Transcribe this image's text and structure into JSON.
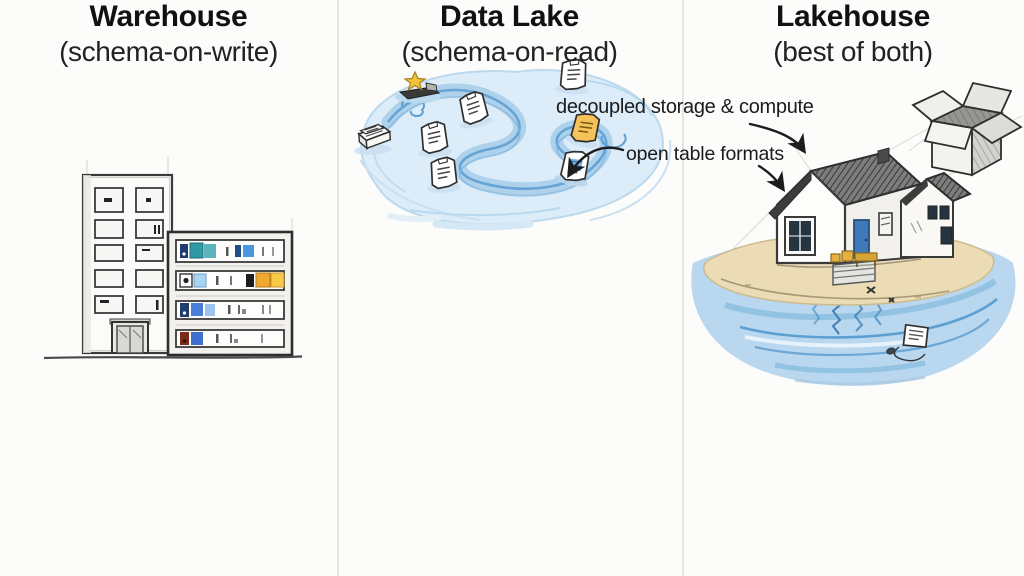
{
  "diagram": {
    "type": "hand-drawn comparison sketch",
    "background": "#fcfcfa",
    "divider_color": "#e4e4e1"
  },
  "annotations": {
    "decoupled_label": "decoupled storage & compute",
    "open_table_label": "open table formats"
  },
  "panels": [
    {
      "id": "warehouse",
      "title": "Warehouse",
      "subtitle": "(schema-on-write)",
      "icon": "office-building-with-server-rack-illustration"
    },
    {
      "id": "data-lake",
      "title": "Data Lake",
      "subtitle": "(schema-on-read)",
      "icon": "lake-with-floating-documents-illustration"
    },
    {
      "id": "lakehouse",
      "title": "Lakehouse",
      "subtitle": "(best of both)",
      "icon": "house-on-island-with-open-box-illustration"
    }
  ],
  "colors": {
    "ink": "#222222",
    "water_light": "#dcecf8",
    "water_mid": "#8fc0e4",
    "water_dark": "#4a8ec4",
    "sand": "#ecdcb6",
    "roof_gray": "#7d7d7d",
    "door_blue": "#3f7ab8",
    "accent_teal": "#2f9aa3",
    "accent_blue": "#4a7fd8",
    "accent_light_blue": "#a9d4f2",
    "accent_orange": "#f0a832",
    "accent_yellow": "#f6c94a",
    "accent_red": "#7c2a1a"
  }
}
